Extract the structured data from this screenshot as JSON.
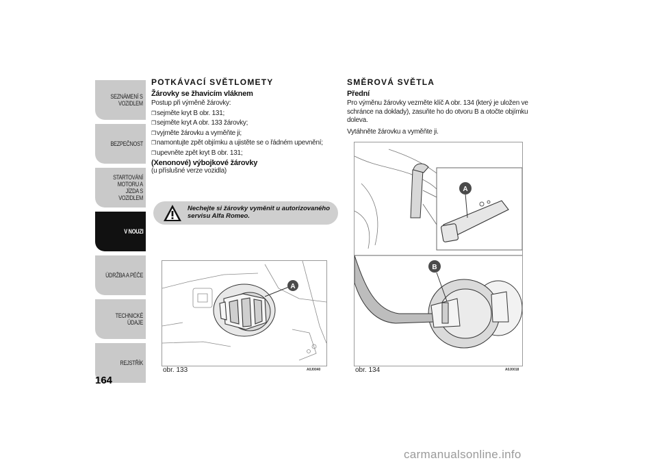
{
  "sidebar": {
    "tabs": [
      {
        "label": "SEZNÁMENÍ S\nVOZIDLEM",
        "active": false
      },
      {
        "label": "BEZPEČNOST",
        "active": false
      },
      {
        "label": "STARTOVÁNÍ\nMOTORU A JÍZDA S\nVOZIDLEM",
        "active": false
      },
      {
        "label": "V NOUZI",
        "active": true
      },
      {
        "label": "ÚDRŽBA A PÉČE",
        "active": false
      },
      {
        "label": "TECHNICKÉ ÚDAJE",
        "active": false
      },
      {
        "label": "REJSTŘÍK",
        "active": false
      }
    ]
  },
  "page_number": "164",
  "left_column": {
    "title": "POTKÁVACÍ SVĚTLOMETY",
    "subhead1": "Žárovky se žhavicím vláknem",
    "intro": "Postup při výměně žárovky:",
    "steps": [
      "sejměte kryt B obr. 131;",
      "sejměte kryt A obr. 133 žárovky;",
      "vyjměte žárovku a vyměňte ji;",
      "namontujte zpět objímku a ujistěte se o řádném upevnění;",
      "upevněte zpět kryt B obr. 131;"
    ],
    "bullet_glyph": "❒",
    "subhead2": "(Xenonové) výbojkové žárovky",
    "subhead2_note": "(u příslušné verze vozidla)",
    "warning_text": "Nechejte si žárovky vyměnit u autorizovaného servisu Alfa Romeo.",
    "figure": {
      "caption": "obr. 133",
      "code": "A0J0040",
      "label": "A"
    }
  },
  "right_column": {
    "title": "SMĚROVÁ SVĚTLA",
    "subhead": "Přední",
    "para1": "Pro výměnu žárovky vezměte klíč A obr. 134 (který je uložen ve schránce na doklady), zasuňte ho do otvoru B a otočte objímku doleva.",
    "para2": "Vytáhněte žárovku a vyměňte ji.",
    "figure": {
      "caption": "obr. 134",
      "code": "A0J0018",
      "label_a": "A",
      "label_b": "B"
    }
  },
  "watermark": "carmanualsonline.info",
  "colors": {
    "tab": "#c9c9c9",
    "tab_active": "#111111",
    "note_bg": "#cfcfcf",
    "callout": "#4a4a4a"
  }
}
